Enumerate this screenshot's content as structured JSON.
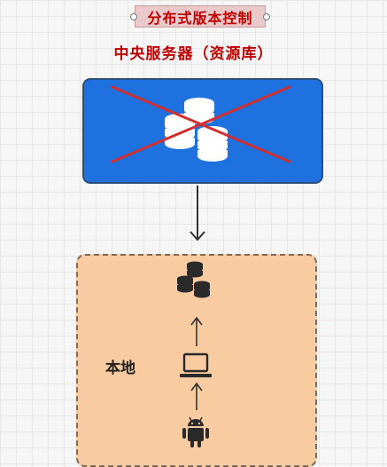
{
  "title": "分布式版本控制",
  "central_server": {
    "label": "中央服务器（资源库）",
    "icon": "database-stack-icon",
    "crossed_out": true
  },
  "local": {
    "label": "本地",
    "icons": [
      "database-stack-icon",
      "laptop-icon",
      "android-icon"
    ]
  },
  "colors": {
    "title_text": "#c00000",
    "server_box": "#1f71e0",
    "cross": "#d03030",
    "local_box": "#f9cba0"
  }
}
